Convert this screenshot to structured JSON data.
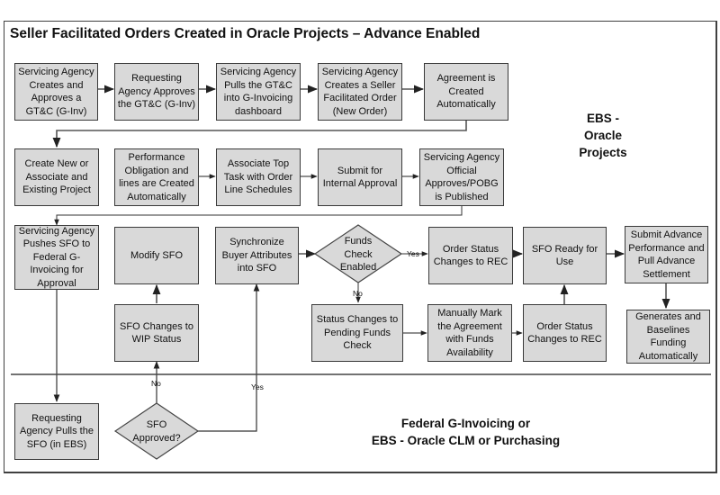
{
  "title": "Seller Facilitated Orders Created in Oracle Projects – Advance Enabled",
  "lanes": {
    "top": "EBS - Oracle Projects",
    "top_lines": [
      "EBS -",
      "Oracle",
      "Projects"
    ],
    "bottom_lines": [
      "Federal G-Invoicing or",
      "EBS - Oracle CLM or Purchasing"
    ]
  },
  "boxes": {
    "b1": "Servicing Agency Creates and Approves a GT&C (G-Inv)",
    "b2": "Requesting Agency Approves the GT&C (G-Inv)",
    "b3": "Servicing Agency Pulls the GT&C into G-Invoicing dashboard",
    "b4": "Servicing Agency Creates a Seller Facilitated Order (New Order)",
    "b5": "Agreement is Created Automatically",
    "b6": "Create New or Associate and Existing Project",
    "b7": "Performance Obligation and lines are Created Automatically",
    "b8": "Associate Top Task with Order Line Schedules",
    "b9": "Submit for Internal Approval",
    "b10": "Servicing Agency Official Approves/POBG is Published",
    "b11": "Servicing Agency Pushes SFO to Federal G-Invoicing for Approval",
    "b12": "Modify SFO",
    "b13": "Synchronize Buyer Attributes into SFO",
    "b14": "Order Status Changes to REC",
    "b15": "SFO Ready for Use",
    "b16": "Submit Advance Performance and Pull Advance Settlement",
    "b17": "SFO Changes to WIP Status",
    "b18": "Status Changes to Pending Funds Check",
    "b19": "Manually Mark the Agreement with Funds Availability",
    "b20": "Order Status Changes to REC",
    "b21": "Generates and Baselines Funding Automatically",
    "b22": "Requesting Agency Pulls the SFO (in EBS)"
  },
  "decisions": {
    "d1": "Funds Check Enabled",
    "d2": "SFO Approved?"
  },
  "edge_labels": {
    "d1_yes": "Yes",
    "d1_no": "No",
    "d2_no": "No",
    "d2_yes": "Yes"
  }
}
